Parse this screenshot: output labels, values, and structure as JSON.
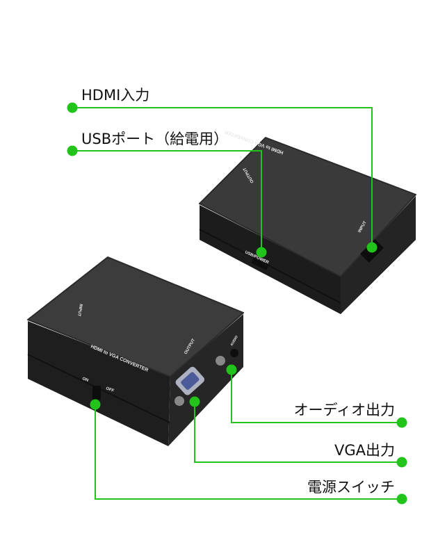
{
  "callouts": {
    "hdmi_input": "HDMI入力",
    "usb_port": "USBポート（給電用）",
    "audio_output": "オーディオ出力",
    "vga_output": "VGA出力",
    "power_switch": "電源スイッチ"
  },
  "device_print": {
    "model": "HDMI to VGA CONVERTER",
    "input": "INPUT",
    "output": "OUTPUT",
    "usb_power": "USB/POWER",
    "audio": "AUDIO",
    "on": "ON",
    "off": "OFF"
  },
  "colors": {
    "callout_line": "#22c31a",
    "device_body": "#2b2b2b"
  }
}
